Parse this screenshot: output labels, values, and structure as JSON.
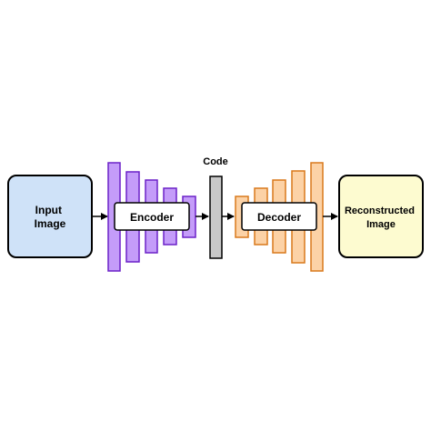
{
  "diagram": {
    "input": {
      "line1": "Input",
      "line2": "Image"
    },
    "encoder": {
      "label": "Encoder"
    },
    "code": {
      "label": "Code"
    },
    "decoder": {
      "label": "Decoder"
    },
    "output": {
      "line1": "Reconstructed",
      "line2": "Image"
    }
  },
  "colors": {
    "input_fill": "#cfe2f8",
    "output_fill": "#fdfbd0",
    "encoder_fill": "#c49cf9",
    "encoder_stroke": "#6b21c8",
    "code_fill": "#c8c8c8",
    "decoder_fill": "#fcd2a6",
    "decoder_stroke": "#d9791b",
    "stroke": "#000000"
  }
}
